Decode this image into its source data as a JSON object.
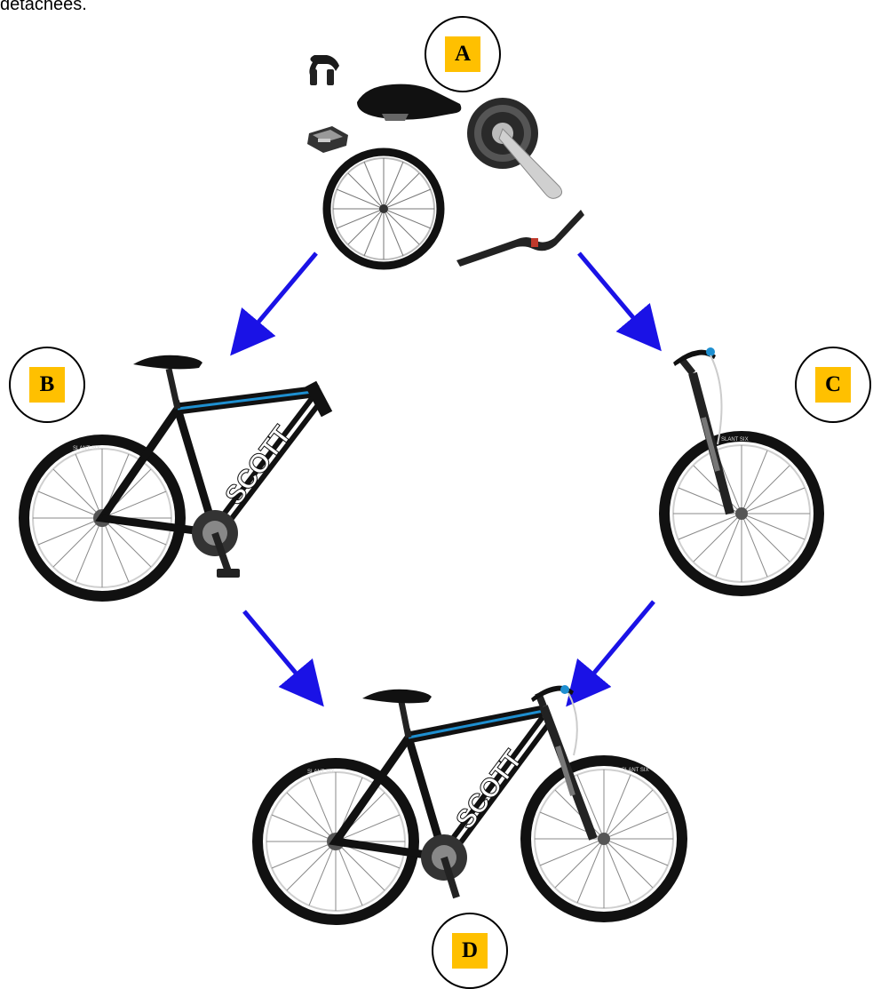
{
  "header_text": "détachées.",
  "labels": {
    "a": "A",
    "b": "B",
    "c": "C",
    "d": "D"
  },
  "bike_frame_brand": "SCOTT",
  "tire_brand": "SLANT SIX",
  "colors": {
    "arrow": "#1a12e6",
    "label_fill": "#ffc000",
    "frame_black": "#111111",
    "frame_blue": "#1e8fd0"
  },
  "stages": [
    {
      "label": "A",
      "content": "parts: brake, saddle, pedal, crankset, wheel, handlebar"
    },
    {
      "label": "B",
      "content": "frame with rear wheel"
    },
    {
      "label": "C",
      "content": "front fork with wheel and handlebar"
    },
    {
      "label": "D",
      "content": "assembled bicycle"
    }
  ]
}
